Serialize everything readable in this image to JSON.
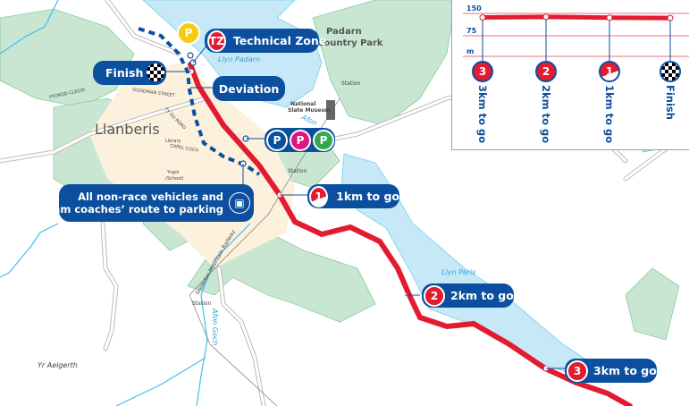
{
  "colors": {
    "route": "#e31b2f",
    "callout": "#0b4f9e",
    "water": "#c6e8f7",
    "woodland": "#c9e6d2",
    "town": "#fcf1dc",
    "parking_yellow": "#f5cc10",
    "parking_magenta": "#e0157f",
    "parking_green": "#33a852"
  },
  "places": {
    "town": "Llanberis",
    "park": [
      "Padarn",
      "Country Park"
    ],
    "lake1": "Llyn Padarn",
    "lake2": "Llyn Peris",
    "river1": "Afon Goch",
    "river2": "Afon",
    "hill": "Yr Aelgerth",
    "museum": [
      "National",
      "Slate Museum"
    ],
    "station": "Station",
    "station2": "Station",
    "station3": "Station",
    "railway": "Snowdon Mountain Railway",
    "library": "Library",
    "school": [
      "Ysgol",
      "(School)"
    ],
    "streets": {
      "ffordd_clegir": "FFORDD CLEGIR",
      "goodman": "GOODMAN STREET",
      "ty_du": "TY DU ROAD",
      "capel_coch": "CAPEL COCH"
    }
  },
  "callouts": {
    "technical_zone": {
      "badge": "TZ",
      "label": "Technical Zone"
    },
    "finish": {
      "label": "Finish",
      "icon": "chequered-flag-icon"
    },
    "deviation": {
      "label": "Deviation"
    },
    "parking": {
      "badges": [
        "P",
        "P",
        "P"
      ],
      "single": "P"
    },
    "vehicles": {
      "label_line1": "All non-race vehicles and",
      "label_line2": "team coaches’ route to parking",
      "icon": "bus-icon"
    },
    "km1": {
      "badge": "1",
      "label": "1km to go"
    },
    "km2": {
      "badge": "2",
      "label": "2km to go"
    },
    "km3": {
      "badge": "3",
      "label": "3km to go"
    }
  },
  "elevation": {
    "unit": "m",
    "ticks": [
      "150",
      "75",
      "m"
    ],
    "markers": [
      {
        "badge": "3",
        "label": "3km to go",
        "elev_m": 136
      },
      {
        "badge": "2",
        "label": "2km to go",
        "elev_m": 138
      },
      {
        "badge": "1",
        "label": "1km to go",
        "elev_m": 135
      },
      {
        "badge": "",
        "label": "Finish",
        "elev_m": 134
      }
    ]
  }
}
